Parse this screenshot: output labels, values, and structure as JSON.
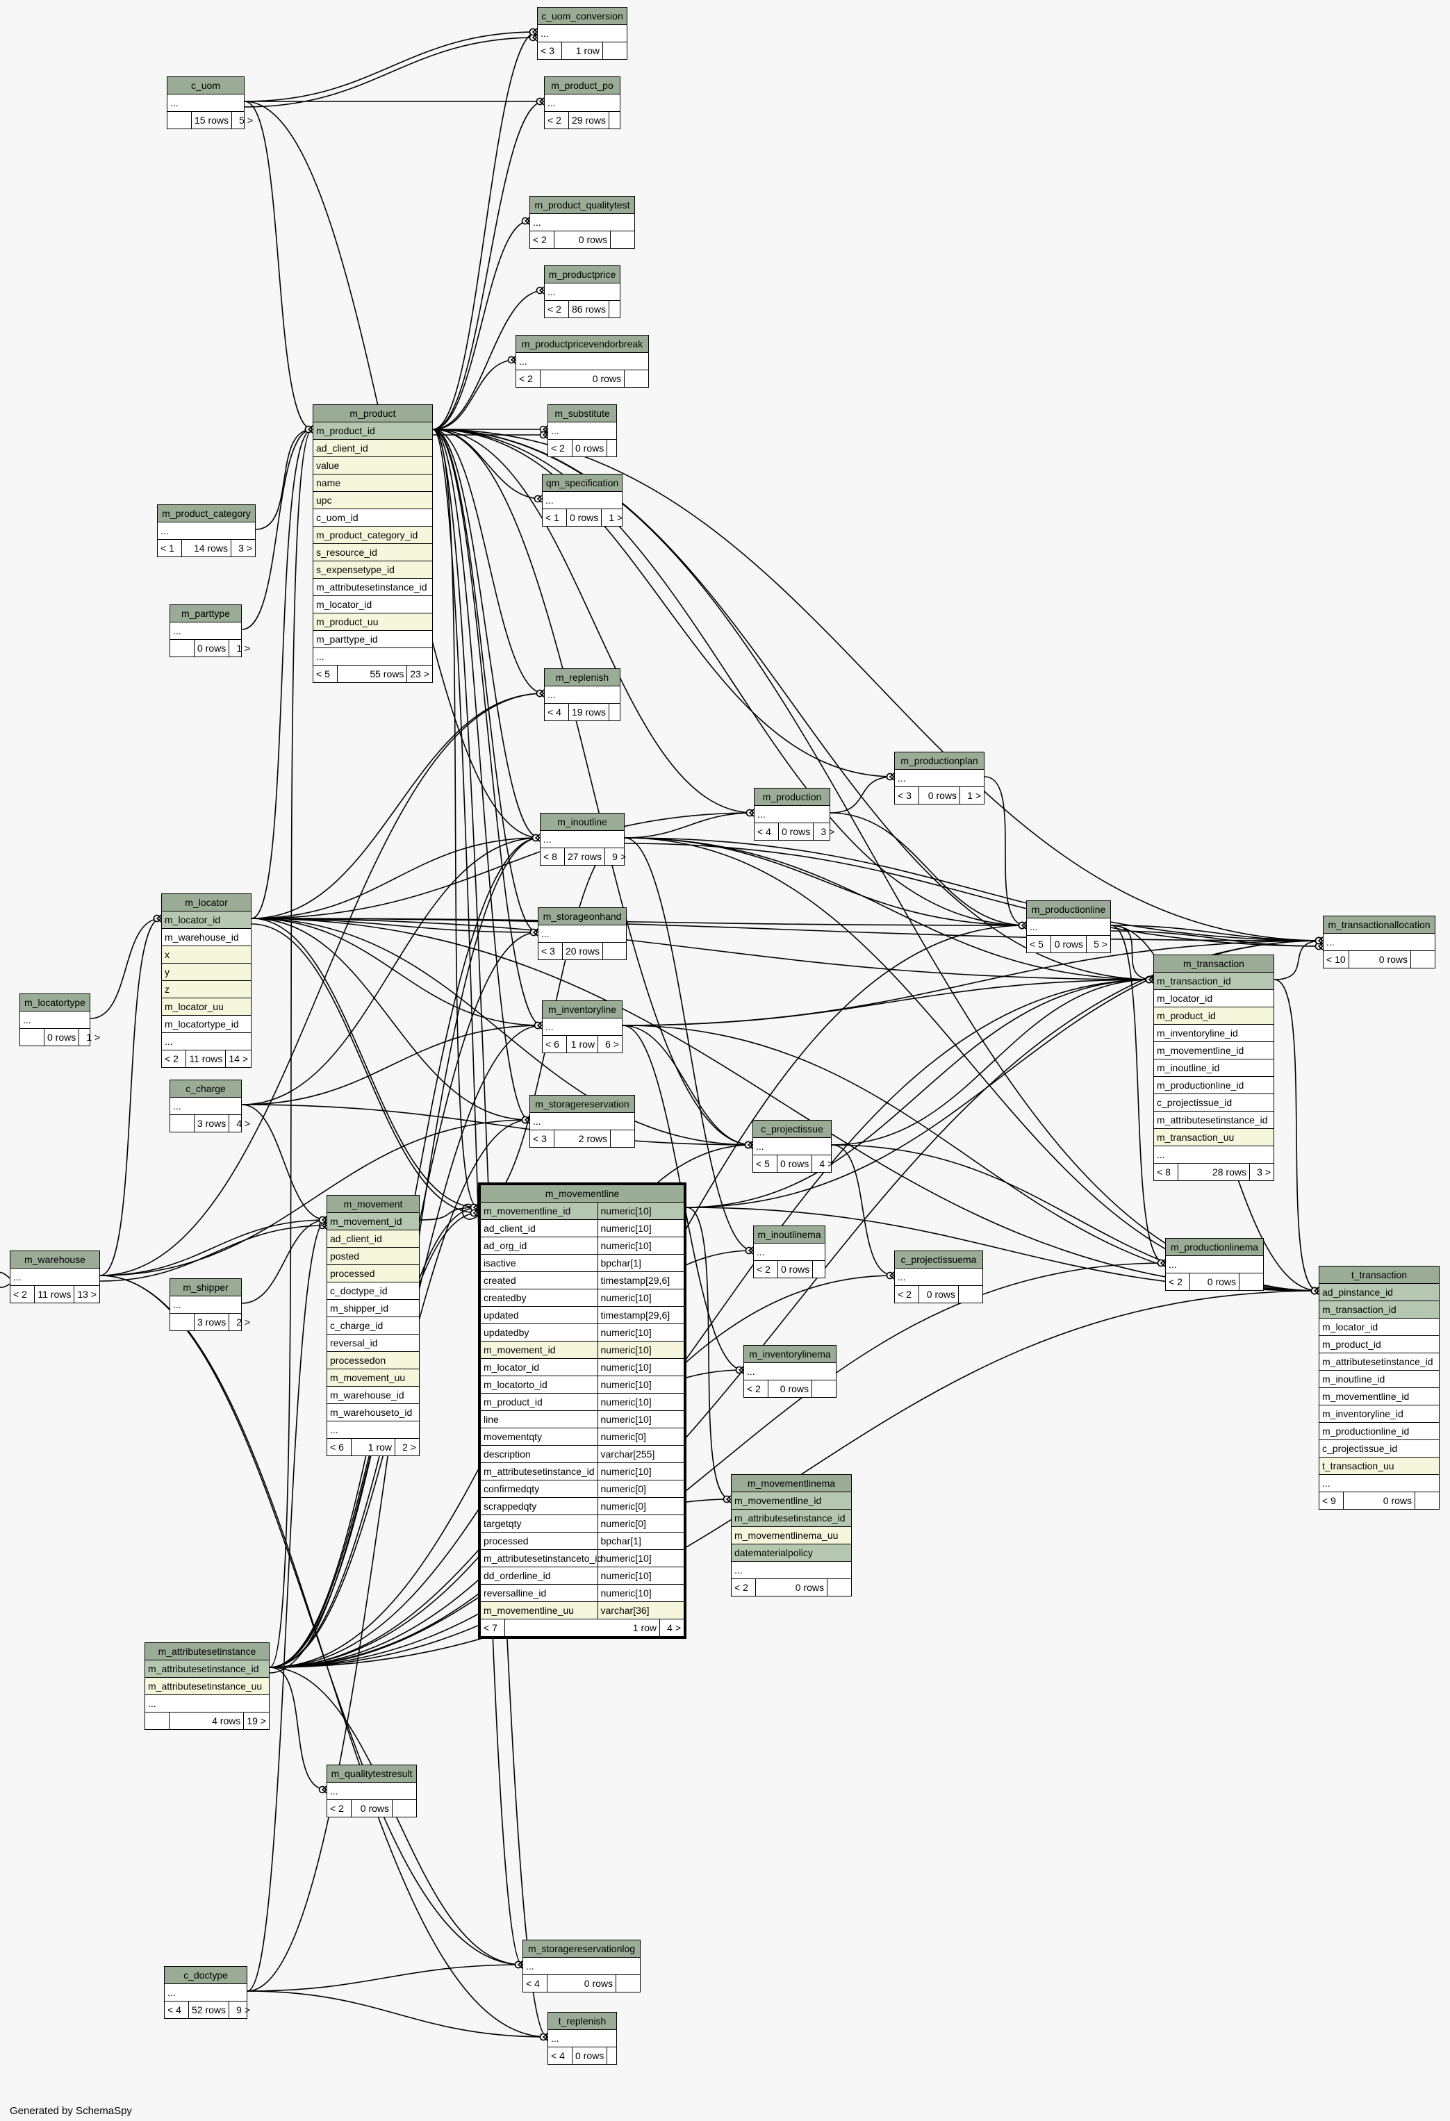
{
  "footer": "Generated by SchemaSpy",
  "colors": {
    "title": "#9aab96",
    "pk": "#b6c7b1",
    "indexed": "#f5f6dc",
    "edge": "#000000"
  },
  "tables": [
    {
      "name": "c_uom_conversion",
      "rows": [
        "..."
      ],
      "foot": {
        "parents": "< 3",
        "rows": "1 row",
        "children": ""
      }
    },
    {
      "name": "c_uom",
      "rows": [
        "..."
      ],
      "foot": {
        "parents": "",
        "rows": "15 rows",
        "children": "5 >"
      }
    },
    {
      "name": "m_product_po",
      "rows": [
        "..."
      ],
      "foot": {
        "parents": "< 2",
        "rows": "29 rows",
        "children": ""
      }
    },
    {
      "name": "m_product_qualitytest",
      "rows": [
        "..."
      ],
      "foot": {
        "parents": "< 2",
        "rows": "0 rows",
        "children": ""
      }
    },
    {
      "name": "m_productprice",
      "rows": [
        "..."
      ],
      "foot": {
        "parents": "< 2",
        "rows": "86 rows",
        "children": ""
      }
    },
    {
      "name": "m_productpricevendorbreak",
      "rows": [
        "..."
      ],
      "foot": {
        "parents": "< 2",
        "rows": "0 rows",
        "children": ""
      }
    },
    {
      "name": "m_product",
      "rows": [
        "m_product_id",
        "ad_client_id",
        "value",
        "name",
        "upc",
        "c_uom_id",
        "m_product_category_id",
        "s_resource_id",
        "s_expensetype_id",
        "m_attributesetinstance_id",
        "m_locator_id",
        "m_product_uu",
        "m_parttype_id",
        "..."
      ],
      "foot": {
        "parents": "< 5",
        "rows": "55 rows",
        "children": "23 >"
      }
    },
    {
      "name": "m_substitute",
      "rows": [
        "..."
      ],
      "foot": {
        "parents": "< 2",
        "rows": "0 rows",
        "children": ""
      }
    },
    {
      "name": "qm_specification",
      "rows": [
        "..."
      ],
      "foot": {
        "parents": "< 1",
        "rows": "0 rows",
        "children": "1 >"
      }
    },
    {
      "name": "m_product_category",
      "rows": [
        "..."
      ],
      "foot": {
        "parents": "< 1",
        "rows": "14 rows",
        "children": "3 >"
      }
    },
    {
      "name": "m_parttype",
      "rows": [
        "..."
      ],
      "foot": {
        "parents": "",
        "rows": "0 rows",
        "children": "1 >"
      }
    },
    {
      "name": "m_replenish",
      "rows": [
        "..."
      ],
      "foot": {
        "parents": "< 4",
        "rows": "19 rows",
        "children": ""
      }
    },
    {
      "name": "m_productionplan",
      "rows": [
        "..."
      ],
      "foot": {
        "parents": "< 3",
        "rows": "0 rows",
        "children": "1 >"
      }
    },
    {
      "name": "m_production",
      "rows": [
        "..."
      ],
      "foot": {
        "parents": "< 4",
        "rows": "0 rows",
        "children": "3 >"
      }
    },
    {
      "name": "m_inoutline",
      "rows": [
        "..."
      ],
      "foot": {
        "parents": "< 8",
        "rows": "27 rows",
        "children": "9 >"
      }
    },
    {
      "name": "m_locator",
      "rows": [
        "m_locator_id",
        "m_warehouse_id",
        "x",
        "y",
        "z",
        "m_locator_uu",
        "m_locatortype_id",
        "..."
      ],
      "foot": {
        "parents": "< 2",
        "rows": "11 rows",
        "children": "14 >"
      }
    },
    {
      "name": "m_storageonhand",
      "rows": [
        "..."
      ],
      "foot": {
        "parents": "< 3",
        "rows": "20 rows",
        "children": ""
      }
    },
    {
      "name": "m_productionline",
      "rows": [
        "..."
      ],
      "foot": {
        "parents": "< 5",
        "rows": "0 rows",
        "children": "5 >"
      }
    },
    {
      "name": "m_transactionallocation",
      "rows": [
        "..."
      ],
      "foot": {
        "parents": "< 10",
        "rows": "0 rows",
        "children": ""
      }
    },
    {
      "name": "m_transaction",
      "rows": [
        "m_transaction_id",
        "m_locator_id",
        "m_product_id",
        "m_inventoryline_id",
        "m_movementline_id",
        "m_inoutline_id",
        "m_productionline_id",
        "c_projectissue_id",
        "m_attributesetinstance_id",
        "m_transaction_uu",
        "..."
      ],
      "foot": {
        "parents": "< 8",
        "rows": "28 rows",
        "children": "3 >"
      }
    },
    {
      "name": "m_locatortype",
      "rows": [
        "..."
      ],
      "foot": {
        "parents": "",
        "rows": "0 rows",
        "children": "1 >"
      }
    },
    {
      "name": "m_inventoryline",
      "rows": [
        "..."
      ],
      "foot": {
        "parents": "< 6",
        "rows": "1 row",
        "children": "6 >"
      }
    },
    {
      "name": "c_charge",
      "rows": [
        "..."
      ],
      "foot": {
        "parents": "",
        "rows": "3 rows",
        "children": "4 >"
      }
    },
    {
      "name": "m_storagereservation",
      "rows": [
        "..."
      ],
      "foot": {
        "parents": "< 3",
        "rows": "2 rows",
        "children": ""
      }
    },
    {
      "name": "c_projectissue",
      "rows": [
        "..."
      ],
      "foot": {
        "parents": "< 5",
        "rows": "0 rows",
        "children": "4 >"
      }
    },
    {
      "name": "m_movement",
      "rows": [
        "m_movement_id",
        "ad_client_id",
        "posted",
        "processed",
        "c_doctype_id",
        "m_shipper_id",
        "c_charge_id",
        "reversal_id",
        "processedon",
        "m_movement_uu",
        "m_warehouse_id",
        "m_warehouseto_id",
        "..."
      ],
      "foot": {
        "parents": "< 6",
        "rows": "1 row",
        "children": "2 >"
      }
    },
    {
      "name": "m_movementline",
      "columns": [
        [
          "m_movementline_id",
          "numeric[10]"
        ],
        [
          "ad_client_id",
          "numeric[10]"
        ],
        [
          "ad_org_id",
          "numeric[10]"
        ],
        [
          "isactive",
          "bpchar[1]"
        ],
        [
          "created",
          "timestamp[29,6]"
        ],
        [
          "createdby",
          "numeric[10]"
        ],
        [
          "updated",
          "timestamp[29,6]"
        ],
        [
          "updatedby",
          "numeric[10]"
        ],
        [
          "m_movement_id",
          "numeric[10]"
        ],
        [
          "m_locator_id",
          "numeric[10]"
        ],
        [
          "m_locatorto_id",
          "numeric[10]"
        ],
        [
          "m_product_id",
          "numeric[10]"
        ],
        [
          "line",
          "numeric[10]"
        ],
        [
          "movementqty",
          "numeric[0]"
        ],
        [
          "description",
          "varchar[255]"
        ],
        [
          "m_attributesetinstance_id",
          "numeric[10]"
        ],
        [
          "confirmedqty",
          "numeric[0]"
        ],
        [
          "scrappedqty",
          "numeric[0]"
        ],
        [
          "targetqty",
          "numeric[0]"
        ],
        [
          "processed",
          "bpchar[1]"
        ],
        [
          "m_attributesetinstanceto_id",
          "numeric[10]"
        ],
        [
          "dd_orderline_id",
          "numeric[10]"
        ],
        [
          "reversalline_id",
          "numeric[10]"
        ],
        [
          "m_movementline_uu",
          "varchar[36]"
        ]
      ],
      "foot": {
        "parents": "< 7",
        "rows": "1 row",
        "children": "4 >"
      }
    },
    {
      "name": "m_inoutlinema",
      "rows": [
        "..."
      ],
      "foot": {
        "parents": "< 2",
        "rows": "0 rows",
        "children": ""
      }
    },
    {
      "name": "c_projectissuema",
      "rows": [
        "..."
      ],
      "foot": {
        "parents": "< 2",
        "rows": "0 rows",
        "children": ""
      }
    },
    {
      "name": "m_productionlinema",
      "rows": [
        "..."
      ],
      "foot": {
        "parents": "< 2",
        "rows": "0 rows",
        "children": ""
      }
    },
    {
      "name": "m_warehouse",
      "rows": [
        "..."
      ],
      "foot": {
        "parents": "< 2",
        "rows": "11 rows",
        "children": "13 >"
      }
    },
    {
      "name": "m_shipper",
      "rows": [
        "..."
      ],
      "foot": {
        "parents": "",
        "rows": "3 rows",
        "children": "2 >"
      }
    },
    {
      "name": "t_transaction",
      "rows": [
        "ad_pinstance_id",
        "m_transaction_id",
        "m_locator_id",
        "m_product_id",
        "m_attributesetinstance_id",
        "m_inoutline_id",
        "m_movementline_id",
        "m_inventoryline_id",
        "m_productionline_id",
        "c_projectissue_id",
        "t_transaction_uu",
        "..."
      ],
      "foot": {
        "parents": "< 9",
        "rows": "0 rows",
        "children": ""
      }
    },
    {
      "name": "m_inventorylinema",
      "rows": [
        "..."
      ],
      "foot": {
        "parents": "< 2",
        "rows": "0 rows",
        "children": ""
      }
    },
    {
      "name": "m_movementlinema",
      "rows": [
        "m_movementline_id",
        "m_attributesetinstance_id",
        "m_movementlinema_uu",
        "datematerialpolicy",
        "..."
      ],
      "foot": {
        "parents": "< 2",
        "rows": "0 rows",
        "children": ""
      }
    },
    {
      "name": "m_attributesetinstance",
      "rows": [
        "m_attributesetinstance_id",
        "m_attributesetinstance_uu",
        "..."
      ],
      "foot": {
        "parents": "",
        "rows": "4 rows",
        "children": "19 >"
      }
    },
    {
      "name": "m_qualitytestresult",
      "rows": [
        "..."
      ],
      "foot": {
        "parents": "< 2",
        "rows": "0 rows",
        "children": ""
      }
    },
    {
      "name": "m_storagereservationlog",
      "rows": [
        "..."
      ],
      "foot": {
        "parents": "< 4",
        "rows": "0 rows",
        "children": ""
      }
    },
    {
      "name": "c_doctype",
      "rows": [
        "..."
      ],
      "foot": {
        "parents": "< 4",
        "rows": "52 rows",
        "children": "9 >"
      }
    },
    {
      "name": "t_replenish",
      "rows": [
        "..."
      ],
      "foot": {
        "parents": "< 4",
        "rows": "0 rows",
        "children": ""
      }
    }
  ],
  "relationships": [
    [
      "c_uom",
      "c_uom_conversion"
    ],
    [
      "c_uom",
      "c_uom_conversion"
    ],
    [
      "c_uom",
      "m_product_po"
    ],
    [
      "c_uom",
      "m_product"
    ],
    [
      "c_uom",
      "m_inoutline"
    ],
    [
      "m_product",
      "c_uom_conversion"
    ],
    [
      "m_product",
      "m_product_po"
    ],
    [
      "m_product",
      "m_product_qualitytest"
    ],
    [
      "m_product",
      "m_productprice"
    ],
    [
      "m_product",
      "m_productpricevendorbreak"
    ],
    [
      "m_product",
      "m_substitute"
    ],
    [
      "m_product",
      "m_substitute"
    ],
    [
      "m_product",
      "qm_specification"
    ],
    [
      "m_product",
      "m_replenish"
    ],
    [
      "m_product",
      "m_productionplan"
    ],
    [
      "m_product",
      "m_production"
    ],
    [
      "m_product",
      "m_inoutline"
    ],
    [
      "m_product",
      "m_storageonhand"
    ],
    [
      "m_product",
      "m_productionline"
    ],
    [
      "m_product",
      "m_transactionallocation"
    ],
    [
      "m_product",
      "m_transaction"
    ],
    [
      "m_product",
      "m_inventoryline"
    ],
    [
      "m_product",
      "m_storagereservation"
    ],
    [
      "m_product",
      "c_projectissue"
    ],
    [
      "m_product",
      "m_movementline"
    ],
    [
      "m_product",
      "t_transaction"
    ],
    [
      "m_product",
      "m_storagereservationlog"
    ],
    [
      "m_product",
      "t_replenish"
    ],
    [
      "m_product_category",
      "m_product"
    ],
    [
      "m_parttype",
      "m_product"
    ],
    [
      "m_locator",
      "m_product"
    ],
    [
      "m_locator",
      "m_replenish"
    ],
    [
      "m_locator",
      "m_production"
    ],
    [
      "m_locator",
      "m_inoutline"
    ],
    [
      "m_locator",
      "m_storageonhand"
    ],
    [
      "m_locator",
      "m_productionline"
    ],
    [
      "m_locator",
      "m_transactionallocation"
    ],
    [
      "m_locator",
      "m_transaction"
    ],
    [
      "m_locator",
      "m_inventoryline"
    ],
    [
      "m_locator",
      "m_storagereservation"
    ],
    [
      "m_locator",
      "c_projectissue"
    ],
    [
      "m_locator",
      "m_movementline"
    ],
    [
      "m_locator",
      "m_movementline"
    ],
    [
      "m_locator",
      "t_transaction"
    ],
    [
      "m_locatortype",
      "m_locator"
    ],
    [
      "m_warehouse",
      "m_locator"
    ],
    [
      "m_warehouse",
      "m_replenish"
    ],
    [
      "m_warehouse",
      "m_storagereservation"
    ],
    [
      "m_warehouse",
      "m_movement"
    ],
    [
      "m_warehouse",
      "m_movement"
    ],
    [
      "m_warehouse",
      "m_storagereservationlog"
    ],
    [
      "m_warehouse",
      "t_replenish"
    ],
    [
      "m_warehouse",
      "m_warehouse"
    ],
    [
      "m_production",
      "m_productionplan"
    ],
    [
      "m_production",
      "m_productionline"
    ],
    [
      "m_productionplan",
      "m_productionline"
    ],
    [
      "m_inoutline",
      "m_production"
    ],
    [
      "m_inoutline",
      "m_productionline"
    ],
    [
      "m_inoutline",
      "m_transactionallocation"
    ],
    [
      "m_inoutline",
      "m_transactionallocation"
    ],
    [
      "m_inoutline",
      "m_transaction"
    ],
    [
      "m_inoutline",
      "m_inoutlinema"
    ],
    [
      "m_inoutline",
      "t_transaction"
    ],
    [
      "m_inoutline",
      "m_movementline"
    ],
    [
      "m_productionline",
      "m_transactionallocation"
    ],
    [
      "m_productionline",
      "m_transactionallocation"
    ],
    [
      "m_productionline",
      "m_transaction"
    ],
    [
      "m_productionline",
      "m_productionlinema"
    ],
    [
      "m_productionline",
      "t_transaction"
    ],
    [
      "m_transaction",
      "t_transaction"
    ],
    [
      "m_transaction",
      "m_transactionallocation"
    ],
    [
      "m_inventoryline",
      "m_transactionallocation"
    ],
    [
      "m_inventoryline",
      "m_transaction"
    ],
    [
      "m_inventoryline",
      "m_inventorylinema"
    ],
    [
      "m_inventoryline",
      "c_projectissue"
    ],
    [
      "m_inventoryline",
      "t_transaction"
    ],
    [
      "c_charge",
      "m_inoutline"
    ],
    [
      "c_charge",
      "m_inventoryline"
    ],
    [
      "c_charge",
      "m_movement"
    ],
    [
      "c_charge",
      "c_projectissue"
    ],
    [
      "c_projectissue",
      "m_transaction"
    ],
    [
      "c_projectissue",
      "c_projectissuema"
    ],
    [
      "c_projectissue",
      "t_transaction"
    ],
    [
      "m_movement",
      "m_movementline"
    ],
    [
      "m_shipper",
      "m_movement"
    ],
    [
      "c_doctype",
      "m_movement"
    ],
    [
      "c_doctype",
      "m_inoutline"
    ],
    [
      "c_doctype",
      "m_storagereservationlog"
    ],
    [
      "c_doctype",
      "t_replenish"
    ],
    [
      "m_movementline",
      "m_transaction"
    ],
    [
      "m_movementline",
      "m_movementlinema"
    ],
    [
      "m_movementline",
      "t_transaction"
    ],
    [
      "m_movementline",
      "m_transactionallocation"
    ],
    [
      "m_movementline",
      "m_movementline"
    ],
    [
      "m_attributesetinstance",
      "m_product"
    ],
    [
      "m_attributesetinstance",
      "m_inoutline"
    ],
    [
      "m_attributesetinstance",
      "m_storageonhand"
    ],
    [
      "m_attributesetinstance",
      "m_productionline"
    ],
    [
      "m_attributesetinstance",
      "m_transaction"
    ],
    [
      "m_attributesetinstance",
      "m_inventoryline"
    ],
    [
      "m_attributesetinstance",
      "m_storagereservation"
    ],
    [
      "m_attributesetinstance",
      "c_projectissue"
    ],
    [
      "m_attributesetinstance",
      "m_movementline"
    ],
    [
      "m_attributesetinstance",
      "m_movementline"
    ],
    [
      "m_attributesetinstance",
      "m_inoutlinema"
    ],
    [
      "m_attributesetinstance",
      "c_projectissuema"
    ],
    [
      "m_attributesetinstance",
      "m_productionlinema"
    ],
    [
      "m_attributesetinstance",
      "m_inventorylinema"
    ],
    [
      "m_attributesetinstance",
      "m_movementlinema"
    ],
    [
      "m_attributesetinstance",
      "m_qualitytestresult"
    ],
    [
      "m_attributesetinstance",
      "t_transaction"
    ],
    [
      "m_attributesetinstance",
      "m_storagereservationlog"
    ],
    [
      "m_attributesetinstance",
      "m_transactionallocation"
    ]
  ]
}
